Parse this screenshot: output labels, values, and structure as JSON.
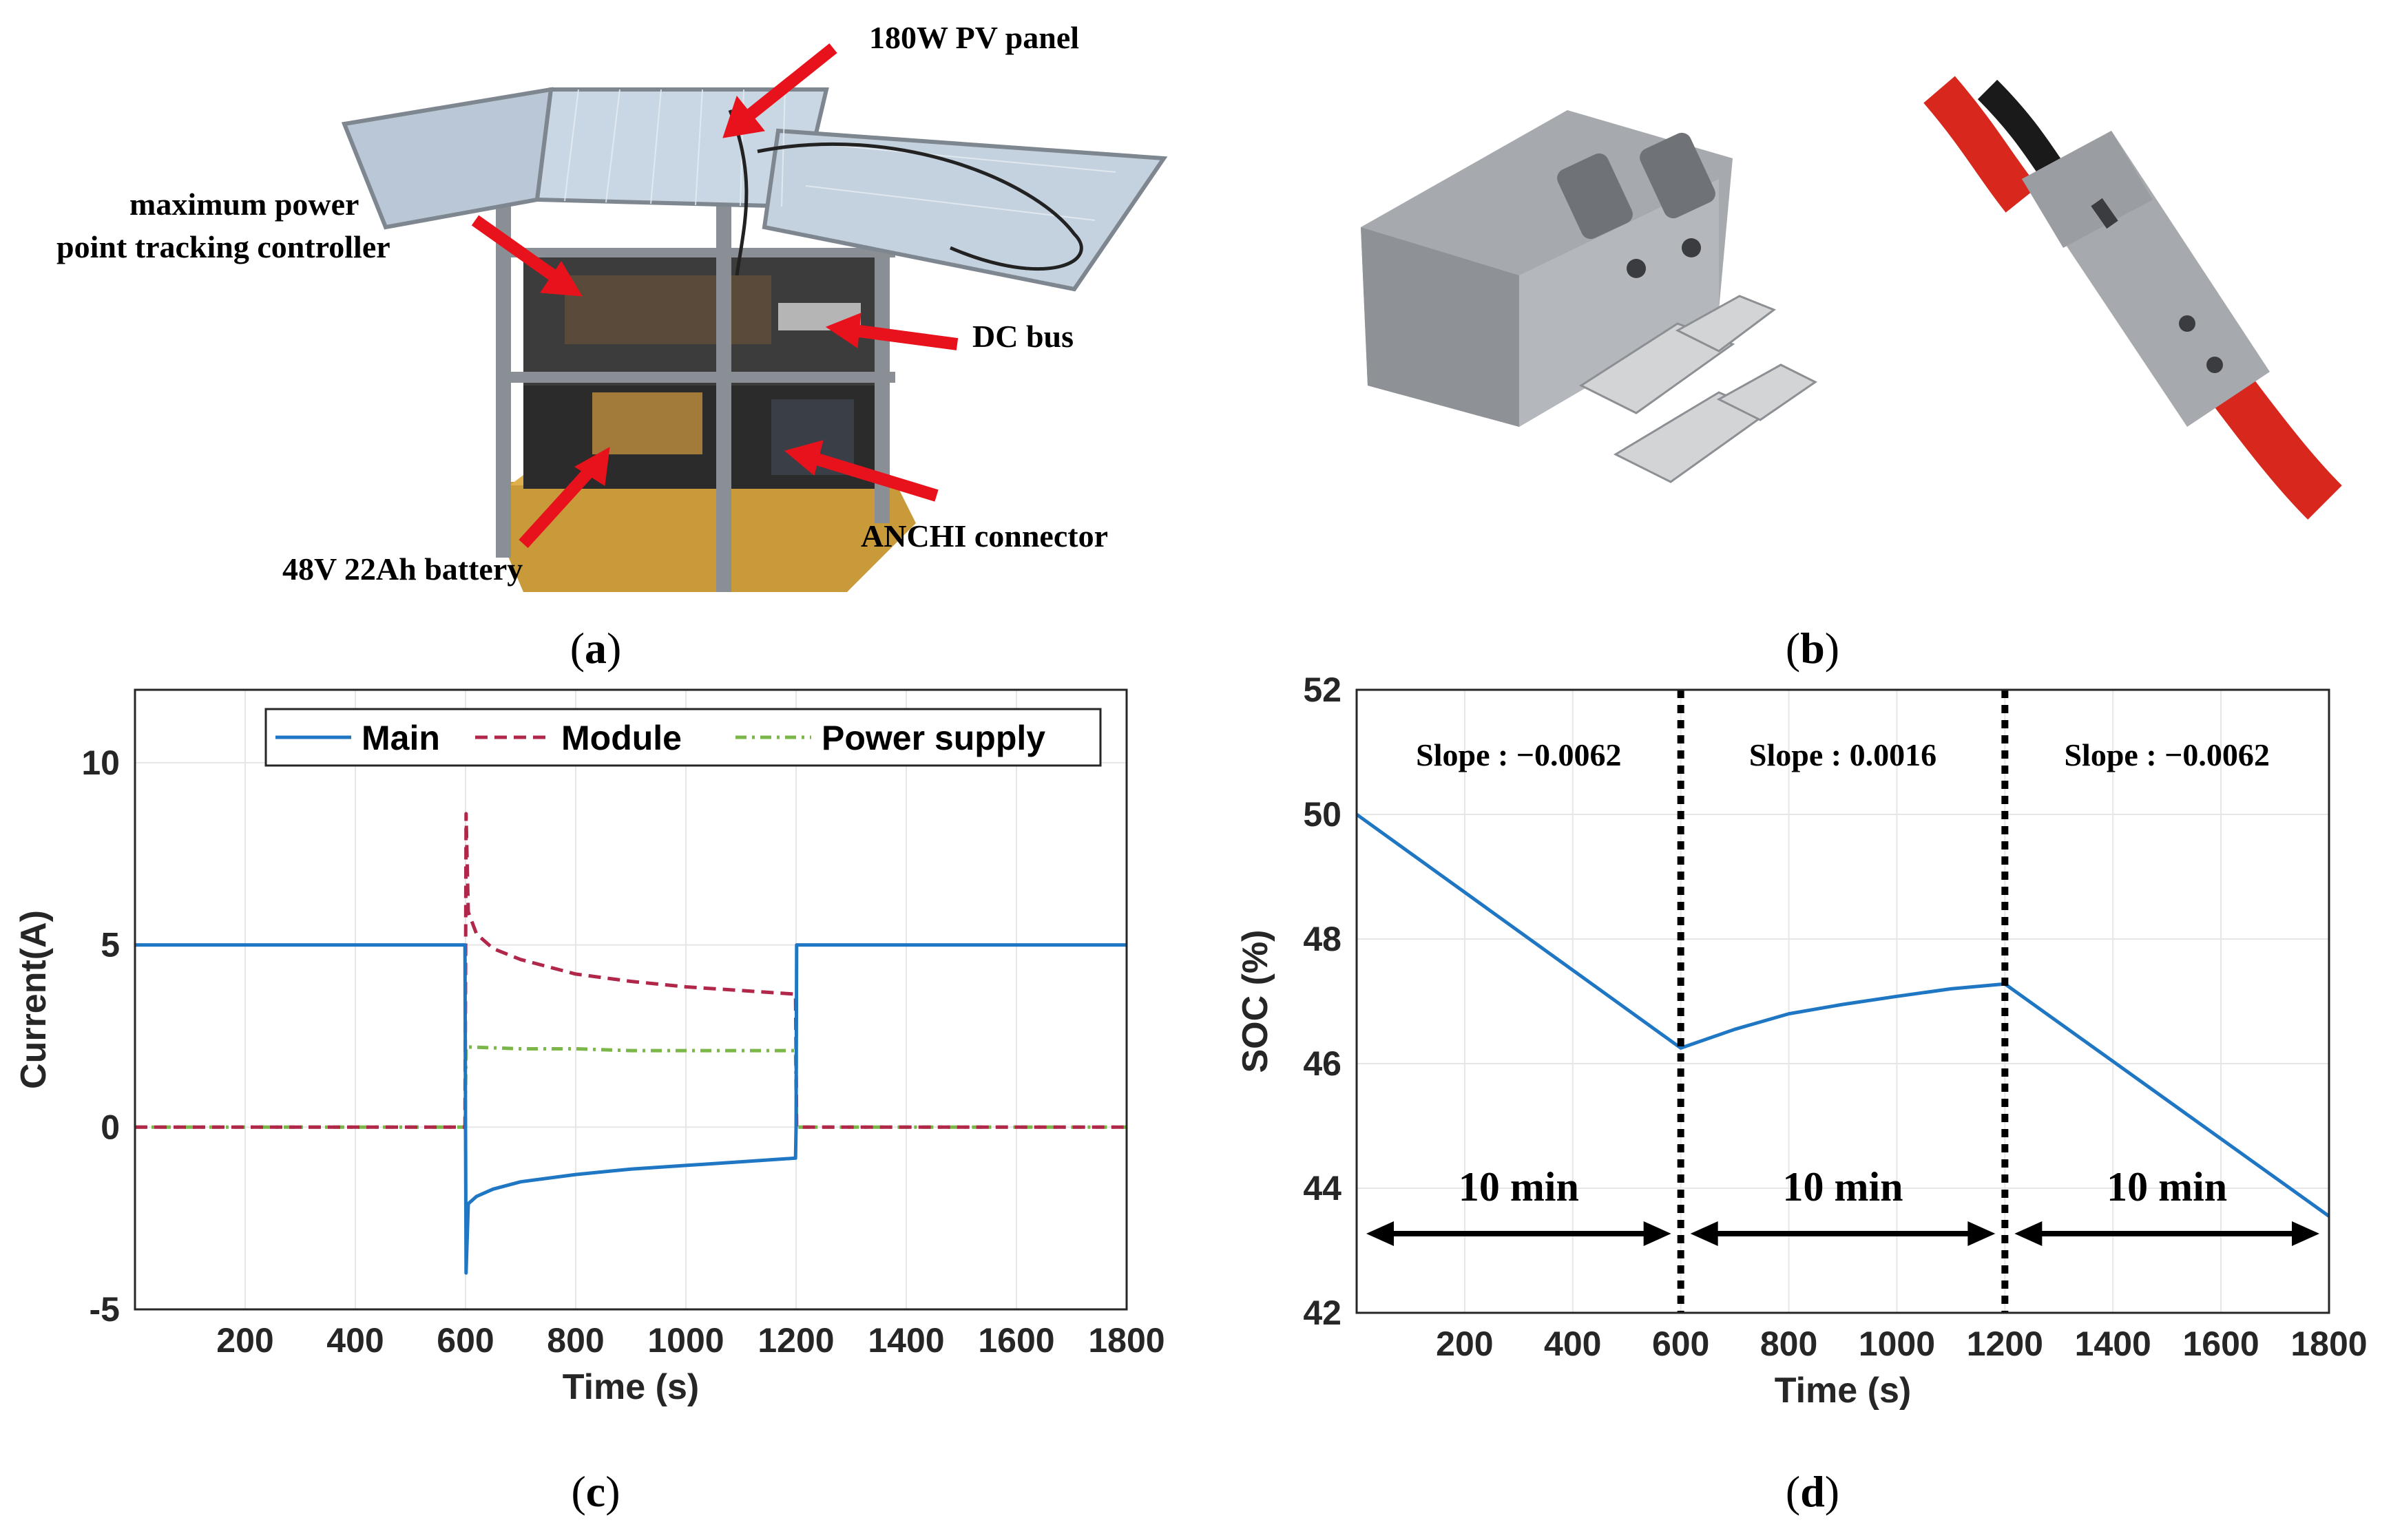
{
  "panel_a": {
    "caption": "a",
    "labels": {
      "pv_panel": "180W PV panel",
      "mppt_line1": "maximum power",
      "mppt_line2": "point tracking controller",
      "dc_bus": "DC bus",
      "anchi": "ANCHI connector",
      "battery": "48V 22Ah battery"
    },
    "colors": {
      "arrow": "#e8121c",
      "frame": "#8a8f95",
      "panel": "#c9d6e3",
      "base": "#c99a3a"
    }
  },
  "panel_b": {
    "caption": "b",
    "colors": {
      "connector": "#a6a9ad",
      "cable": "#d8281e"
    }
  },
  "panel_c": {
    "caption": "c",
    "chart_data": {
      "type": "line",
      "xlabel": "Time (s)",
      "ylabel": "Current(A)",
      "xlim": [
        0,
        1800
      ],
      "ylim": [
        -5,
        12
      ],
      "xticks": [
        200,
        400,
        600,
        800,
        1000,
        1200,
        1400,
        1600,
        1800
      ],
      "yticks": [
        -5,
        0,
        5,
        10
      ],
      "grid": true,
      "legend": "top-right, horizontal",
      "series": [
        {
          "name": "Main",
          "color": "#1f77c4",
          "style": "solid",
          "x": [
            0,
            599,
            600,
            601,
            605,
            620,
            650,
            700,
            800,
            900,
            1000,
            1100,
            1199,
            1200,
            1201,
            1800
          ],
          "y": [
            5,
            5,
            0,
            -4,
            -2.1,
            -1.9,
            -1.7,
            -1.5,
            -1.3,
            -1.15,
            -1.05,
            -0.95,
            -0.85,
            0,
            5,
            5
          ]
        },
        {
          "name": "Module",
          "color": "#b0274a",
          "style": "dashed",
          "x": [
            0,
            599,
            600,
            601,
            605,
            620,
            650,
            700,
            800,
            900,
            1000,
            1100,
            1199,
            1200,
            1201,
            1800
          ],
          "y": [
            0,
            0,
            4,
            8.6,
            5.9,
            5.3,
            4.9,
            4.6,
            4.2,
            4.0,
            3.85,
            3.75,
            3.65,
            2,
            0,
            0
          ]
        },
        {
          "name": "Power supply",
          "color": "#7ab648",
          "style": "dashdot",
          "x": [
            0,
            599,
            600,
            601,
            605,
            700,
            800,
            900,
            1000,
            1100,
            1199,
            1200,
            1201,
            1800
          ],
          "y": [
            0,
            0,
            1,
            2.2,
            2.2,
            2.15,
            2.15,
            2.1,
            2.1,
            2.1,
            2.1,
            1,
            0,
            0
          ]
        }
      ]
    }
  },
  "panel_d": {
    "caption": "d",
    "chart_data": {
      "type": "line",
      "xlabel": "Time (s)",
      "ylabel": "SOC (%)",
      "xlim": [
        0,
        1800
      ],
      "ylim": [
        42,
        52
      ],
      "xticks": [
        200,
        400,
        600,
        800,
        1000,
        1200,
        1400,
        1600,
        1800
      ],
      "yticks": [
        42,
        44,
        46,
        48,
        50,
        52
      ],
      "grid": true,
      "series": [
        {
          "color": "#1f77c4",
          "x": [
            0,
            600,
            700,
            800,
            900,
            1000,
            1100,
            1200,
            1800
          ],
          "y": [
            50,
            46.25,
            46.55,
            46.8,
            46.95,
            47.08,
            47.2,
            47.28,
            43.55
          ]
        }
      ],
      "dividers_x": [
        600,
        1200
      ],
      "annotations": [
        {
          "text": "Slope : −0.0062",
          "x": 300
        },
        {
          "text": "Slope : 0.0016",
          "x": 900
        },
        {
          "text": "Slope : −0.0062",
          "x": 1500
        }
      ],
      "intervals": [
        {
          "text": "10 min",
          "from": 0,
          "to": 600
        },
        {
          "text": "10 min",
          "from": 600,
          "to": 1200
        },
        {
          "text": "10 min",
          "from": 1200,
          "to": 1800
        }
      ]
    }
  }
}
